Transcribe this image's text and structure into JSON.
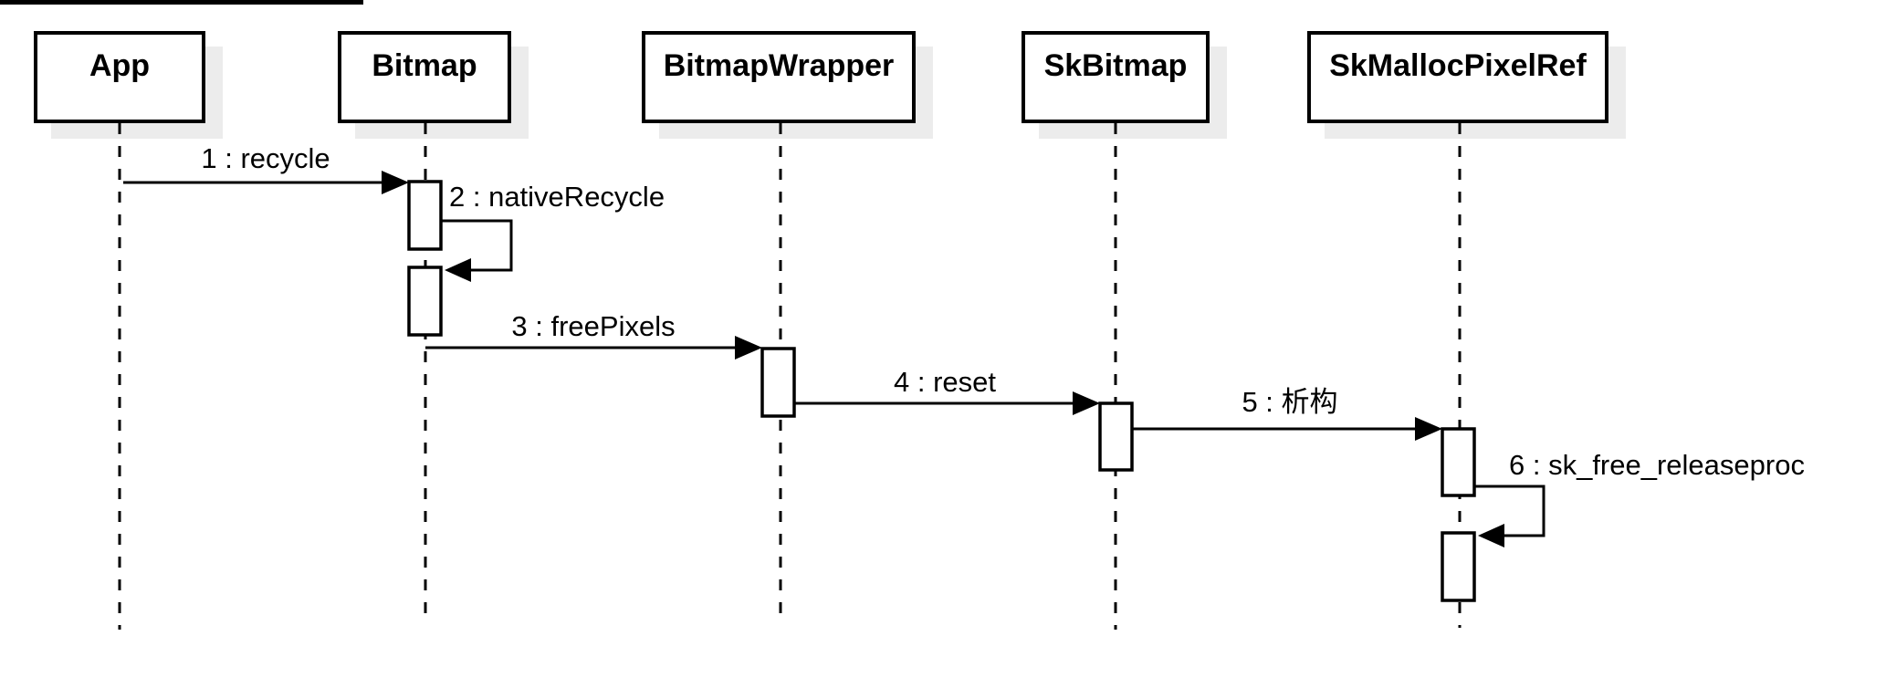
{
  "diagram": {
    "type": "uml-sequence",
    "background_color": "#ffffff",
    "line_color": "#000000",
    "box_fill_color": "#ffffff",
    "shadow_color": "#ececec",
    "actors": [
      {
        "name": "App"
      },
      {
        "name": "Bitmap"
      },
      {
        "name": "BitmapWrapper"
      },
      {
        "name": "SkBitmap"
      },
      {
        "name": "SkMallocPixelRef"
      }
    ],
    "messages": [
      {
        "seq": 1,
        "label": "1 : recycle",
        "from": "App",
        "to": "Bitmap",
        "kind": "call"
      },
      {
        "seq": 2,
        "label": "2 : nativeRecycle",
        "from": "Bitmap",
        "to": "Bitmap",
        "kind": "self-call"
      },
      {
        "seq": 3,
        "label": "3 : freePixels",
        "from": "Bitmap",
        "to": "BitmapWrapper",
        "kind": "call"
      },
      {
        "seq": 4,
        "label": "4 : reset",
        "from": "BitmapWrapper",
        "to": "SkBitmap",
        "kind": "call"
      },
      {
        "seq": 5,
        "label": "5 : 析构",
        "from": "SkBitmap",
        "to": "SkMallocPixelRef",
        "kind": "call"
      },
      {
        "seq": 6,
        "label": "6 : sk_free_releaseproc",
        "from": "SkMallocPixelRef",
        "to": "SkMallocPixelRef",
        "kind": "self-call"
      }
    ]
  }
}
